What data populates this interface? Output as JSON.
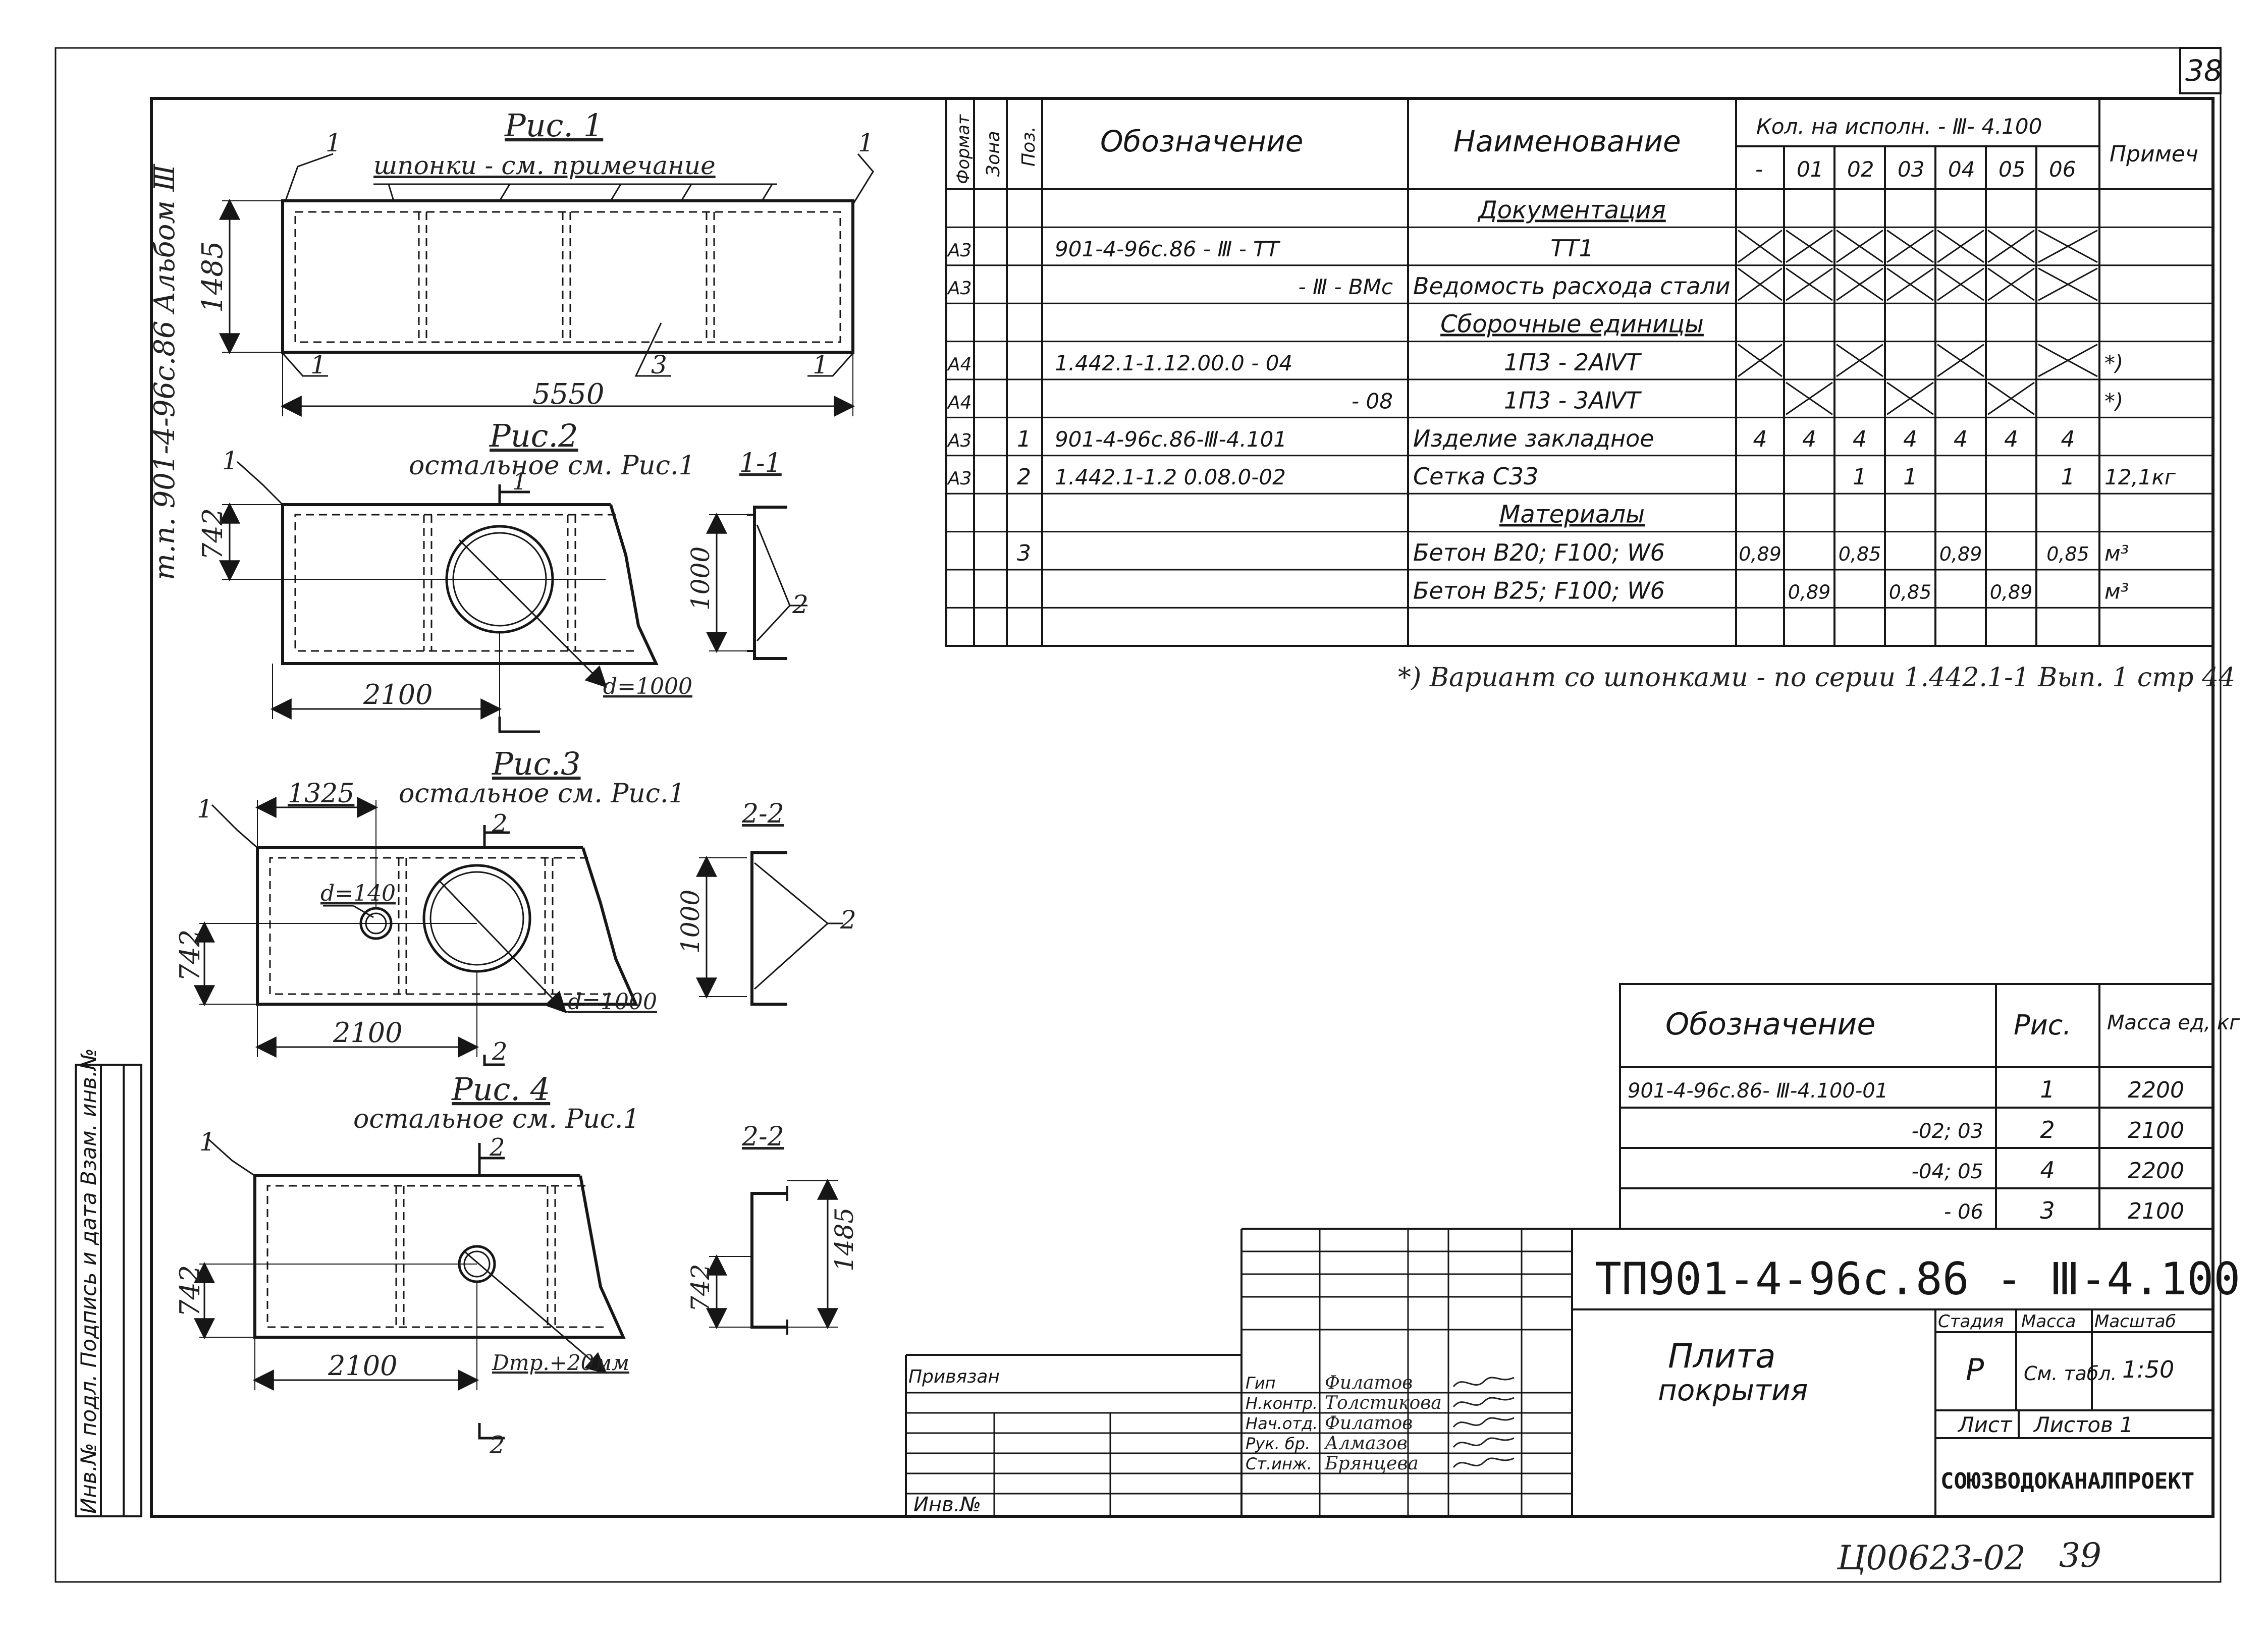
{
  "sheet": {
    "page_number": "38",
    "album_label": "Альбом Ⅲ",
    "project_code_side": "т.п. 901-4-96с.86",
    "side_stamp": "Инв.№ подл.  Подпись и дата  Взам. инв.№",
    "bottom_code": "Ц00623-02",
    "bottom_page": "39"
  },
  "figures": {
    "fig1": {
      "title": "Рис. 1",
      "note": "шпонки - см. примечание",
      "dim_length": "5550",
      "dim_height": "1485",
      "callouts": [
        "1",
        "1",
        "1",
        "1",
        "3"
      ]
    },
    "fig2": {
      "title": "Рис.2",
      "note": "остальное см. Рис.1",
      "dim_width": "2100",
      "dim_height": "742",
      "hole": "d=1000",
      "callout": "1",
      "section_mark": "1"
    },
    "fig3": {
      "title": "Рис.3",
      "note": "остальное см. Рис.1",
      "dim_offset": "1325",
      "small_hole": "d=140",
      "hole": "d=1000",
      "dim_width": "2100",
      "dim_height": "742",
      "callout": "1",
      "section_mark": "2"
    },
    "fig4": {
      "title": "Рис. 4",
      "note": "остальное см. Рис.1",
      "dim_width": "2100",
      "dim_height": "742",
      "hole": "Dтр.+20мм",
      "callout": "1",
      "section_mark": "2"
    },
    "sec11": {
      "title": "1-1",
      "dim": "1000",
      "callout": "2"
    },
    "sec22a": {
      "title": "2-2",
      "dim": "1000",
      "callout": "2"
    },
    "sec22b": {
      "title": "2-2",
      "dim_h": "742",
      "dim_total": "1485"
    }
  },
  "spec": {
    "headers": {
      "format": "Формат",
      "zone": "Зона",
      "pos": "Поз.",
      "designation": "Обозначение",
      "name": "Наименование",
      "qty_group": "Кол. на исполн. - Ⅲ- 4.100",
      "note": "Примеч"
    },
    "qty_columns": [
      "-",
      "01",
      "02",
      "03",
      "04",
      "05",
      "06"
    ],
    "rows": [
      {
        "format": "",
        "pos": "",
        "designation": "",
        "name": "Документация",
        "qty": [
          "",
          "",
          "",
          "",
          "",
          "",
          ""
        ],
        "note": "",
        "section": true
      },
      {
        "format": "А3",
        "pos": "",
        "designation": "901-4-96с.86   - Ⅲ - ТТ",
        "name": "ТТ1",
        "qty": [
          "X",
          "X",
          "X",
          "X",
          "X",
          "X",
          "X"
        ],
        "note": ""
      },
      {
        "format": "А3",
        "pos": "",
        "designation": "- Ⅲ - ВМс",
        "name": "Ведомость расхода стали",
        "qty": [
          "X",
          "X",
          "X",
          "X",
          "X",
          "X",
          "X"
        ],
        "note": ""
      },
      {
        "format": "",
        "pos": "",
        "designation": "",
        "name": "Сборочные единицы",
        "qty": [
          "",
          "",
          "",
          "",
          "",
          "",
          ""
        ],
        "note": "",
        "section": true
      },
      {
        "format": "А4",
        "pos": "",
        "designation": "1.442.1-1.12.00.0 - 04",
        "name": "1П3 - 2АⅣТ",
        "qty": [
          "X",
          "",
          "X",
          "",
          "X",
          "",
          "X"
        ],
        "note": "*)"
      },
      {
        "format": "А4",
        "pos": "",
        "designation": "- 08",
        "name": "1П3 - 3АⅣТ",
        "qty": [
          "",
          "X",
          "",
          "X",
          "",
          "X",
          ""
        ],
        "note": "*)"
      },
      {
        "format": "А3",
        "pos": "1",
        "designation": "901-4-96с.86-Ⅲ-4.101",
        "name": "Изделие закладное",
        "qty": [
          "4",
          "4",
          "4",
          "4",
          "4",
          "4",
          "4"
        ],
        "note": ""
      },
      {
        "format": "А3",
        "pos": "2",
        "designation": "1.442.1-1.2 0.08.0-02",
        "name": "Сетка   С33",
        "qty": [
          "",
          "",
          "1",
          "1",
          "",
          "",
          "1"
        ],
        "note": "12,1кг"
      },
      {
        "format": "",
        "pos": "",
        "designation": "",
        "name": "Материалы",
        "qty": [
          "",
          "",
          "",
          "",
          "",
          "",
          ""
        ],
        "note": "",
        "section": true
      },
      {
        "format": "",
        "pos": "3",
        "designation": "",
        "name": "Бетон В20; F100; W6",
        "qty": [
          "0,89",
          "",
          "0,85",
          "",
          "0,89",
          "",
          "0,85"
        ],
        "note": "м³"
      },
      {
        "format": "",
        "pos": "",
        "designation": "",
        "name": "Бетон В25; F100; W6",
        "qty": [
          "",
          "0,89",
          "",
          "0,85",
          "",
          "0,89",
          ""
        ],
        "note": "м³"
      },
      {
        "format": "",
        "pos": "",
        "designation": "",
        "name": "",
        "qty": [
          "",
          "",
          "",
          "",
          "",
          "",
          ""
        ],
        "note": ""
      }
    ],
    "footnote": "*) Вариант со шпонками - по серии 1.442.1-1 Вып. 1 стр 44"
  },
  "variants": {
    "headers": {
      "designation": "Обозначение",
      "fig": "Рис.",
      "mass": "Масса ед, кг"
    },
    "rows": [
      {
        "designation": "901-4-96с.86- Ⅲ-4.100-01",
        "fig": "1",
        "mass": "2200"
      },
      {
        "designation": "-02; 03",
        "fig": "2",
        "mass": "2100"
      },
      {
        "designation": "-04; 05",
        "fig": "4",
        "mass": "2200"
      },
      {
        "designation": "- 06",
        "fig": "3",
        "mass": "2100"
      }
    ]
  },
  "title_block": {
    "code": "ТП901-4-96с.86 - Ⅲ-4.100",
    "title_line1": "Плита",
    "title_line2": "покрытия",
    "stage_label": "Стадия",
    "mass_label": "Масса",
    "scale_label": "Масштаб",
    "stage": "Р",
    "mass": "См. табл.",
    "scale": "1:50",
    "sheet_label": "Лист",
    "sheets_label": "Листов 1",
    "org": "СОЮЗВОДОКАНАЛПРОЕКТ",
    "binding": "Привязан",
    "inv": "Инв.№",
    "staff": [
      {
        "role": "Гип",
        "name": "Филатов"
      },
      {
        "role": "Н.контр.",
        "name": "Толстикова"
      },
      {
        "role": "Нач.отд.",
        "name": "Филатов"
      },
      {
        "role": "Рук. бр.",
        "name": "Алмазов"
      },
      {
        "role": "Ст.инж.",
        "name": "Брянцева"
      }
    ]
  }
}
